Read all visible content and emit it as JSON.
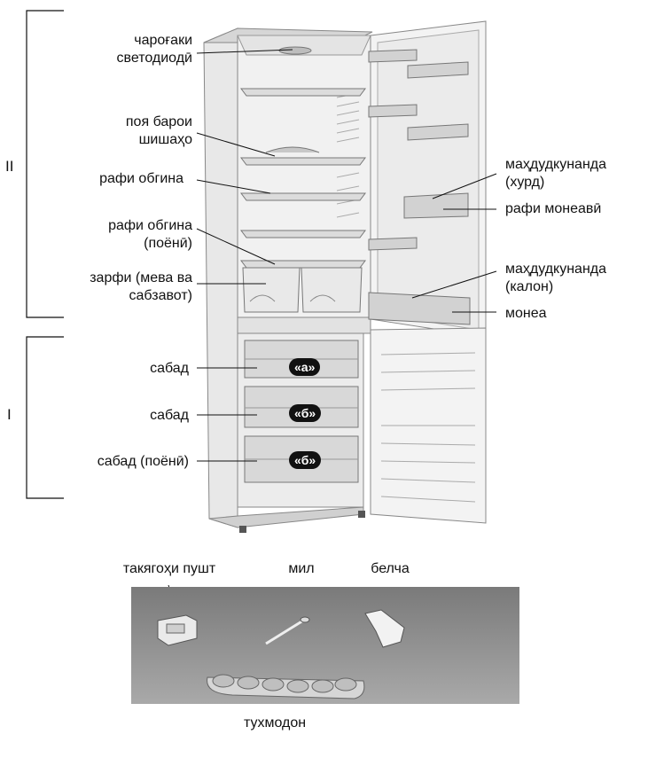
{
  "sections": {
    "upper": "II",
    "lower": "I"
  },
  "labels_left": {
    "led_lamp": "чароғаки\nсветодиодӣ",
    "bottle_holder": "поя барои\nшишаҳо",
    "glass_shelf": "рафи обгина",
    "glass_shelf_bottom": "рафи обгина\n(поёнӣ)",
    "veg_box": "зарфи (мева ва\nсабзавот)",
    "basket_a": "сабад",
    "basket_b": "сабад",
    "basket_bottom": "сабад (поёнӣ)"
  },
  "labels_right": {
    "limiter_small": "маҳдудкунанда\n(хурд)",
    "coin_shelf": "рафи монеавӣ",
    "limiter_large": "маҳдудкунанда\n(калон)",
    "barrier": "монеа"
  },
  "badges": {
    "a": "«а»",
    "b1": "«б»",
    "b2": "«б»"
  },
  "accessories": {
    "ice_tray": "такягоҳи пушт",
    "rod": "мил",
    "scraper": "белча",
    "egg_tray": "тухмодон"
  }
}
